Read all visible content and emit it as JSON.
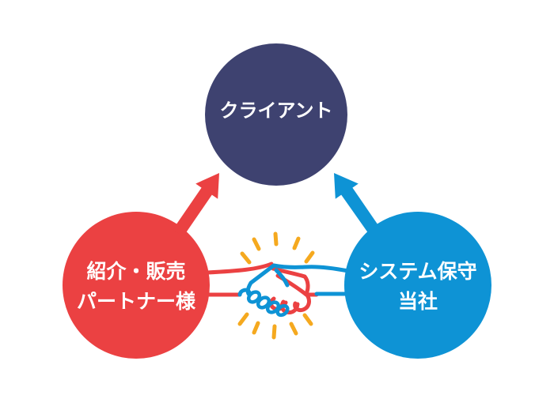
{
  "colors": {
    "background": "#ffffff",
    "navy": "#3E4270",
    "red": "#EB4142",
    "blue": "#0E93D5",
    "ray_yellow": "#F5A91F",
    "text_white": "#ffffff"
  },
  "nodes": {
    "client": {
      "label": "クライアント"
    },
    "partner": {
      "line1": "紹介・販売",
      "line2": "パートナー様"
    },
    "company": {
      "line1": "システム保守",
      "line2": "当社"
    }
  }
}
